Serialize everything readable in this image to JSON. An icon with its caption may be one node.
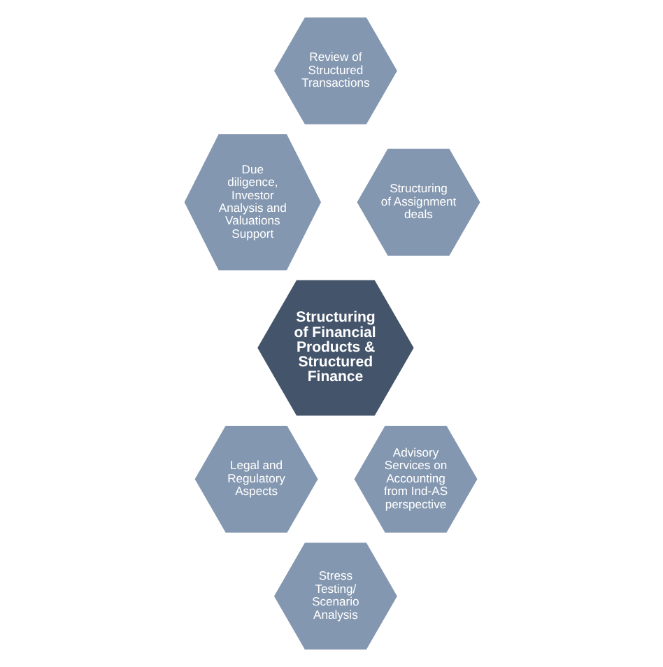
{
  "diagram": {
    "nodes": [
      {
        "text": [
          "Structuring of Financial Products & Structured Finance"
        ]
      },
      {
        "text": [
          "Review of Structured Transactions"
        ]
      },
      {
        "text": [
          "Structuring of Assignment deals"
        ]
      },
      {
        "text": [
          "Advisory Services on Accounting from Ind-AS perspective"
        ]
      },
      {
        "text": [
          "Stress Testing/ Scenario Analysis"
        ]
      },
      {
        "text": [
          "Legal and Regulatory Aspects"
        ]
      },
      {
        "text": [
          "Due diligence, Investor Analysis and Valuations Support"
        ]
      }
    ],
    "edges": []
  }
}
